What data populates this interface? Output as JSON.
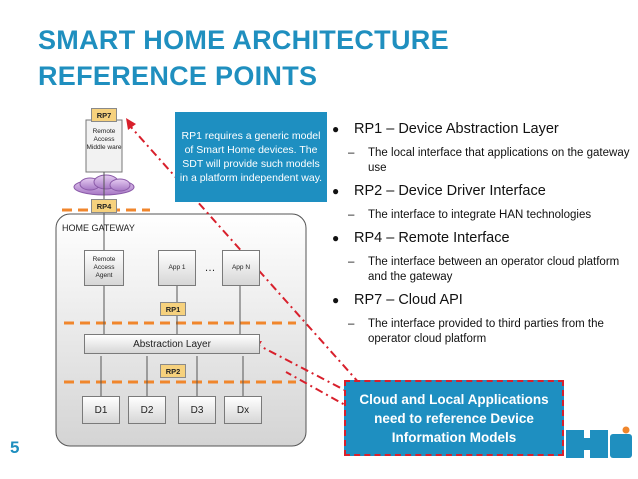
{
  "slide": {
    "title_line1": "SMART HOME ARCHITECTURE",
    "title_line2": "REFERENCE POINTS",
    "slide_number": "5",
    "logo_text": "HGi"
  },
  "diagram": {
    "home_gateway_label": "HOME GATEWAY",
    "remote_access_middleware": "Remote Access Middle ware",
    "remote_access_agent": "Remote Access Agent",
    "app1": "App 1",
    "ellipsis": "…",
    "appn": "App N",
    "abstraction_layer": "Abstraction Layer",
    "devices": [
      "D1",
      "D2",
      "D3",
      "Dx"
    ],
    "rp_tags": {
      "rp7": "RP7",
      "rp4": "RP4",
      "rp1": "RP1",
      "rp2": "RP2"
    }
  },
  "callouts": {
    "rp1_note": "RP1 requires a generic model of Smart Home devices. The SDT will provide such models in a platform independent way.",
    "cloud_apps": "Cloud and Local Applications need to reference Device Information Models"
  },
  "bullets": [
    {
      "text": "RP1 – Device Abstraction Layer",
      "sub": "The local interface that applications on the gateway use"
    },
    {
      "text": "RP2 – Device Driver Interface",
      "sub": "The interface to integrate HAN technologies"
    },
    {
      "text": "RP4 – Remote Interface",
      "sub": "The interface between an operator cloud platform and the gateway"
    },
    {
      "text": "RP7 – Cloud API",
      "sub": "The interface provided to third parties from the operator cloud platform"
    }
  ],
  "colors": {
    "title": "#1f8fbf",
    "callout": "#1e8fc1",
    "dashed_lines": "#f0862c",
    "red_dashes": "#d8202c",
    "rp_tag": "#f6d17d"
  }
}
